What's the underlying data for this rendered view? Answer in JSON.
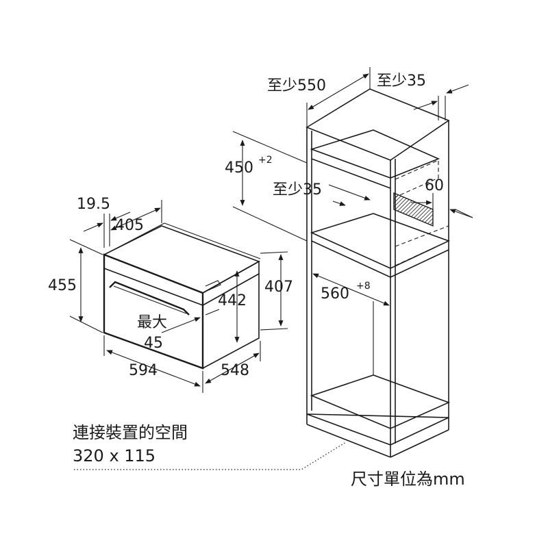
{
  "labels": {
    "cab_depth": "至少550",
    "cab_side": "至少35",
    "height_450": "450",
    "height_450_tol": "+2",
    "rear_gap": "至少35",
    "vent_60": "60",
    "width_560": "560",
    "width_560_tol": "+8",
    "oven_19_5": "19.5",
    "oven_405": "405",
    "oven_455": "455",
    "oven_442": "442",
    "oven_407": "407",
    "oven_max": "最大",
    "oven_45": "45",
    "oven_594": "594",
    "oven_548": "548"
  },
  "notes": {
    "connection_space_title": "連接裝置的空間",
    "connection_space_value": "320 x 115",
    "units": "尺寸單位為mm"
  }
}
